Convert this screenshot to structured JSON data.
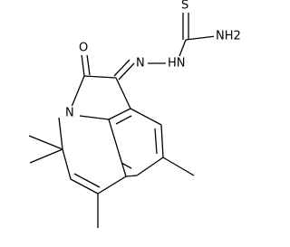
{
  "structure": {
    "atoms": {
      "N_hydrazone": "N",
      "NH_hydrazone": "HN",
      "S_thione": "S",
      "NH2_amide": "NH2",
      "O_carbonyl": "O",
      "N_ring": "N"
    }
  },
  "colors": {
    "bond": "#000000",
    "label": "#000000",
    "background": "#ffffff"
  }
}
